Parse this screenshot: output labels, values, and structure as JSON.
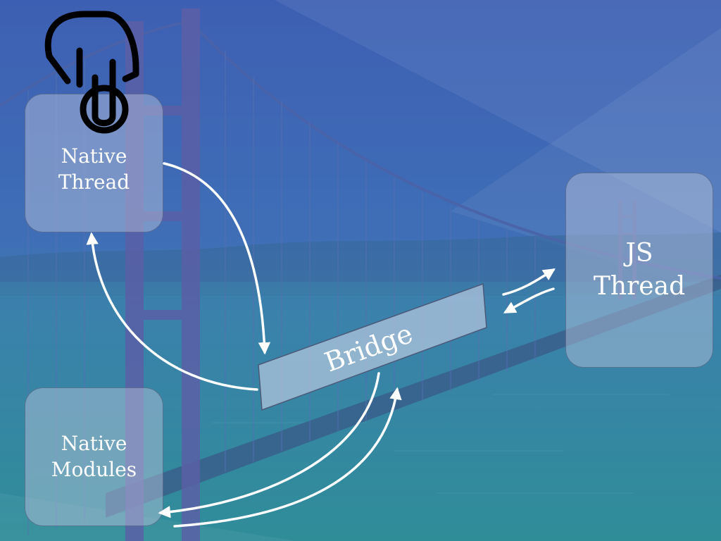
{
  "diagram": {
    "native_thread_label": "Native\nThread",
    "native_modules_label": "Native\nModules",
    "js_thread_label": "JS\nThread",
    "bridge_label": "Bridge"
  },
  "icons": {
    "pointer": "hand-pointer-icon"
  },
  "colors": {
    "arrow": "#ffffff",
    "box_fill": "rgba(190,200,222,0.45)",
    "sky": "#3f63b0",
    "water": "#2f8a9a"
  }
}
